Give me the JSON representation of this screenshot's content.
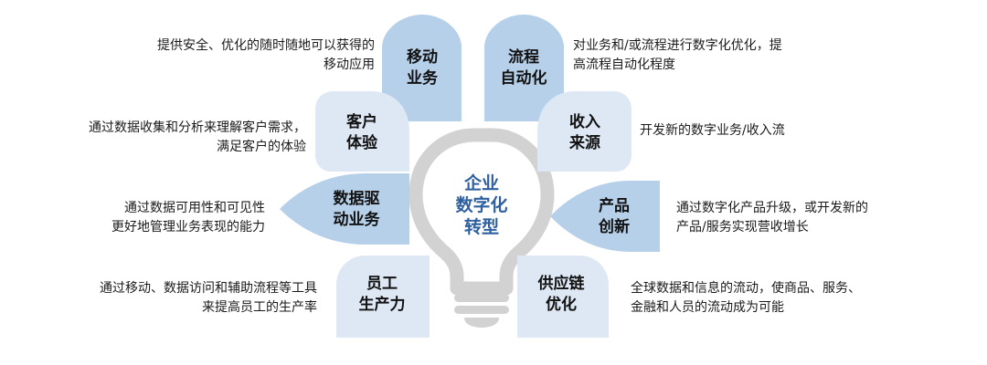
{
  "center": {
    "line1": "企业",
    "line2": "数字化",
    "line3": "转型"
  },
  "colors": {
    "light": "#dde8f4",
    "medium": "#b6d0ea",
    "bulb": "#d2d2d2",
    "center_text": "#2e5f9e"
  },
  "items": [
    {
      "label1": "移动",
      "label2": "业务",
      "desc1": "提供安全、优化的随时随地可以获得的",
      "desc2": "移动应用"
    },
    {
      "label1": "流程",
      "label2": "自动化",
      "desc1": "对业务和/或流程进行数字化优化，提",
      "desc2": "高流程自动化程度"
    },
    {
      "label1": "客户",
      "label2": "体验",
      "desc1": "通过数据收集和分析来理解客户需求，",
      "desc2": "满足客户的体验"
    },
    {
      "label1": "收入",
      "label2": "来源",
      "desc1": "开发新的数字业务/收入流",
      "desc2": ""
    },
    {
      "label1": "数据驱",
      "label2": "动业务",
      "desc1": "通过数据可用性和可见性",
      "desc2": "更好地管理业务表现的能力"
    },
    {
      "label1": "产品",
      "label2": "创新",
      "desc1": "通过数字化产品升级，或开发新的",
      "desc2": "产品/服务实现营收增长"
    },
    {
      "label1": "员工",
      "label2": "生产力",
      "desc1": "通过移动、数据访问和辅助流程等工具",
      "desc2": "来提高员工的生产率"
    },
    {
      "label1": "供应链",
      "label2": "优化",
      "desc1": "全球数据和信息的流动，使商品、服务、",
      "desc2": "金融和人员的流动成为可能"
    }
  ]
}
